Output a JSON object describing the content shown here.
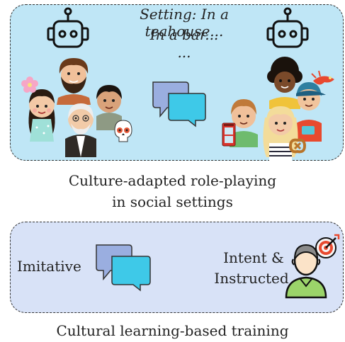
{
  "top_panel": {
    "setting_line1": "Setting: In a teahouse...",
    "setting_line2": "In a bar...",
    "setting_line3": "...",
    "caption_line1": "Culture-adapted role-playing",
    "caption_line2": "in social settings"
  },
  "bottom_panel": {
    "imitative_label": "Imitative",
    "intent_line1": "Intent &",
    "intent_line2": "Instructed",
    "caption": "Cultural learning-based training"
  },
  "colors": {
    "top_panel_bg": "#bfe6f6",
    "bottom_panel_bg": "#d8e2f7",
    "bubble_back": "#9aaee0",
    "bubble_front": "#3ec9e8",
    "target_red": "#e8492f"
  }
}
